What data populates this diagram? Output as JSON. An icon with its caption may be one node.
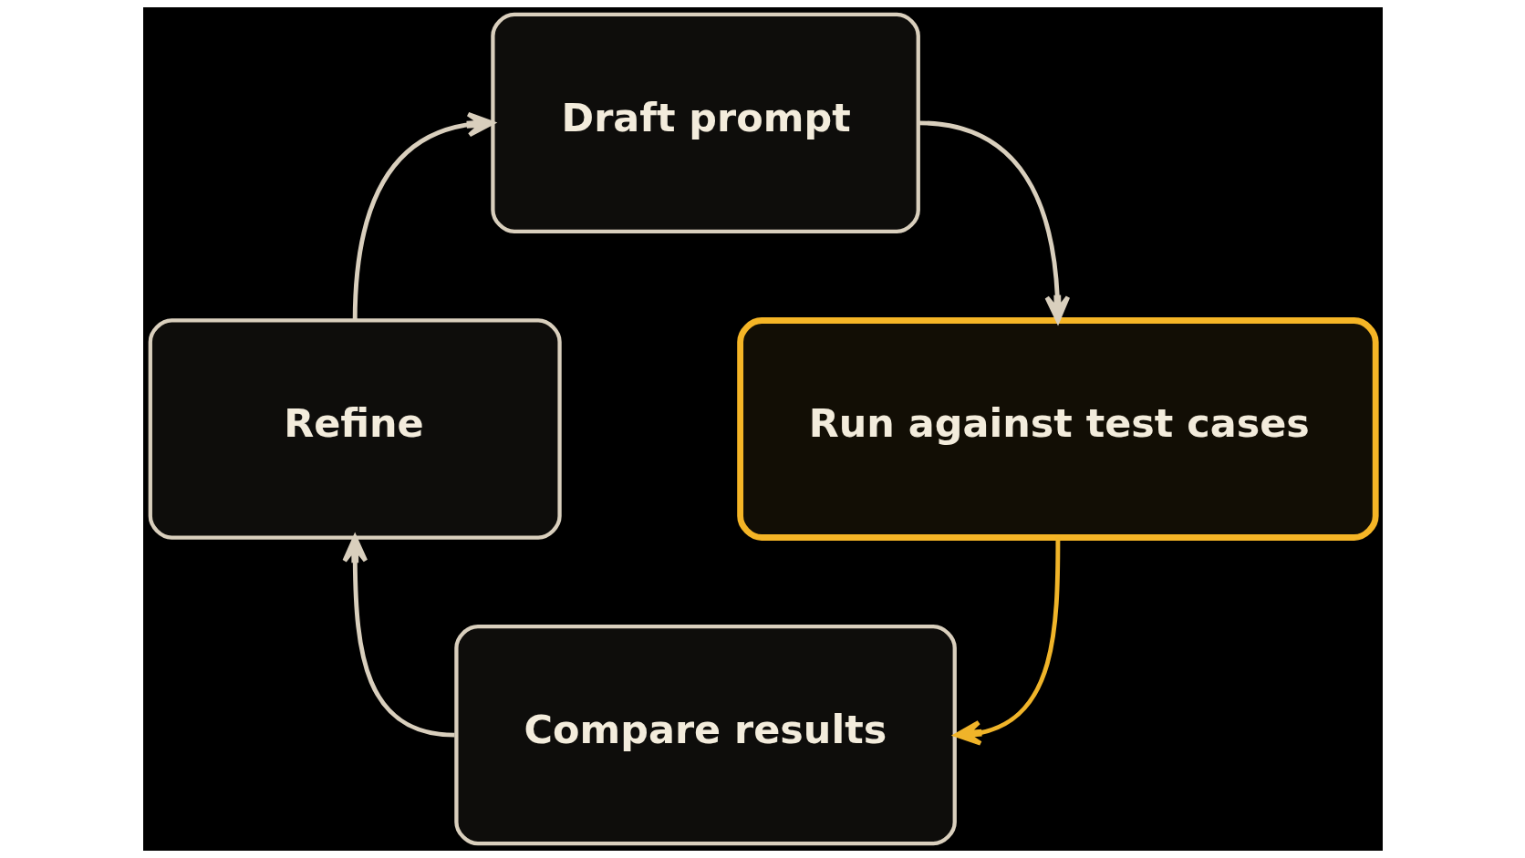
{
  "diagram": {
    "nodes": [
      {
        "text": [
          "Draft prompt"
        ]
      },
      {
        "text": [
          "Run against test cases"
        ]
      },
      {
        "text": [
          "Compare results"
        ]
      },
      {
        "text": [
          "Refine"
        ]
      }
    ],
    "edges": [
      {
        "from": 0,
        "to": 1,
        "arrow": "to"
      },
      {
        "from": 1,
        "to": 2,
        "arrow": "to",
        "color": "#f0b429"
      },
      {
        "from": 2,
        "to": 3,
        "arrow": "to"
      },
      {
        "from": 3,
        "to": 0,
        "arrow": "to"
      }
    ]
  }
}
